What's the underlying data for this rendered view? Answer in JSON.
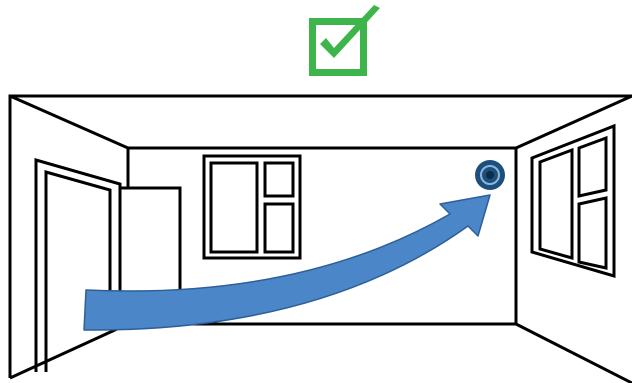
{
  "diagram": {
    "status_badge": {
      "icon": "checkmark-icon",
      "state": "correct",
      "fill_color": "#3db54a",
      "check_color": "#ffffff"
    },
    "room": {
      "line_color": "#000000",
      "wall_color": "#ffffff"
    },
    "door": {
      "state": "open"
    },
    "wall_windows": [
      {
        "icon": "window-icon",
        "position": "back-wall"
      },
      {
        "icon": "window-icon",
        "position": "right-wall"
      }
    ],
    "device": {
      "icon": "ceiling-sensor-icon",
      "position": "back-wall-upper-right",
      "fill_color": "#1d4f7c"
    },
    "airflow_arrow": {
      "icon": "curved-arrow-icon",
      "direction": "from-door-to-device",
      "color": "#4b86c8"
    }
  }
}
